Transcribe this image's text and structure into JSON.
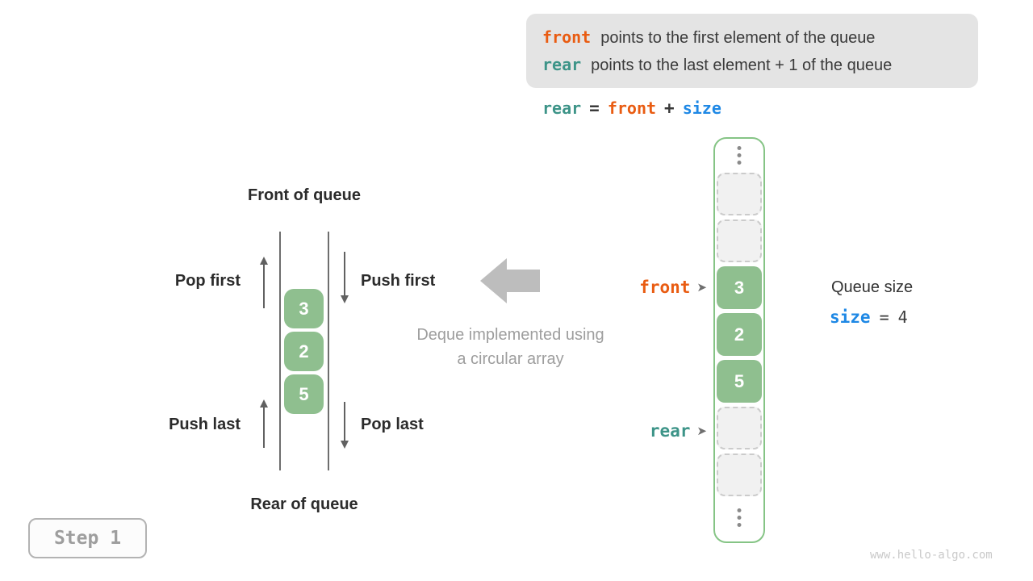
{
  "info_box": {
    "lines": [
      {
        "code": "front",
        "text": "points to the first element of the queue"
      },
      {
        "code": "rear",
        "text": "points to the last element + 1 of the queue"
      }
    ]
  },
  "formula": {
    "lhs": "rear",
    "eq": "=",
    "rhs1": "front",
    "op": "+",
    "rhs2": "size"
  },
  "left_diagram": {
    "front_label": "Front of queue",
    "rear_label": "Rear of queue",
    "pop_first": "Pop first",
    "push_first": "Push first",
    "push_last": "Push last",
    "pop_last": "Pop last",
    "cells": [
      "3",
      "2",
      "5"
    ]
  },
  "center": {
    "caption_line1": "Deque implemented using",
    "caption_line2": "a circular array"
  },
  "array": {
    "cells": [
      {
        "type": "empty",
        "value": ""
      },
      {
        "type": "empty",
        "value": ""
      },
      {
        "type": "filled",
        "value": "3"
      },
      {
        "type": "filled",
        "value": "2"
      },
      {
        "type": "filled",
        "value": "5"
      },
      {
        "type": "empty",
        "value": ""
      },
      {
        "type": "empty",
        "value": ""
      }
    ],
    "front_pointer": "front",
    "rear_pointer": "rear"
  },
  "queue_size": {
    "label": "Queue size",
    "code": "size",
    "eq": "=",
    "value": "4"
  },
  "step_badge": "Step 1",
  "watermark": "www.hello-algo.com",
  "icons": {
    "pointer_arrow": "➤"
  },
  "colors": {
    "front_orange": "#e95c12",
    "rear_teal": "#3d9488",
    "size_blue": "#1e88e5",
    "cell_green": "#8fbf8f",
    "array_border_green": "#85c485",
    "info_box_bg": "#e4e4e4",
    "caption_gray": "#9e9e9e",
    "big_arrow_gray": "#bdbdbd",
    "dark_text": "#2b2b2b"
  }
}
